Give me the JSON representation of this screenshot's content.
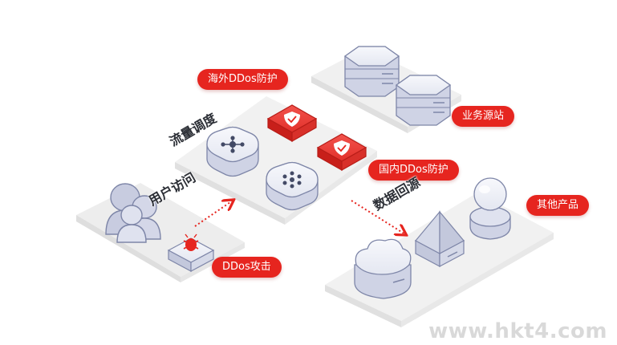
{
  "labels": {
    "overseas_protection": "海外DDos防护",
    "domestic_protection": "国内DDos防护",
    "business_origin": "业务源站",
    "other_products": "其他产品",
    "ddos_attack": "DDos攻击"
  },
  "zones": {
    "user_access": "用户访问",
    "traffic_scheduling": "流量调度",
    "data_return": "数据回源"
  },
  "colors": {
    "accent": "#e6251f",
    "block_top": "#eef0f6",
    "block_side": "#c9cde0",
    "platform": "#f3f3f3"
  },
  "watermark": "www.hkt4.com"
}
